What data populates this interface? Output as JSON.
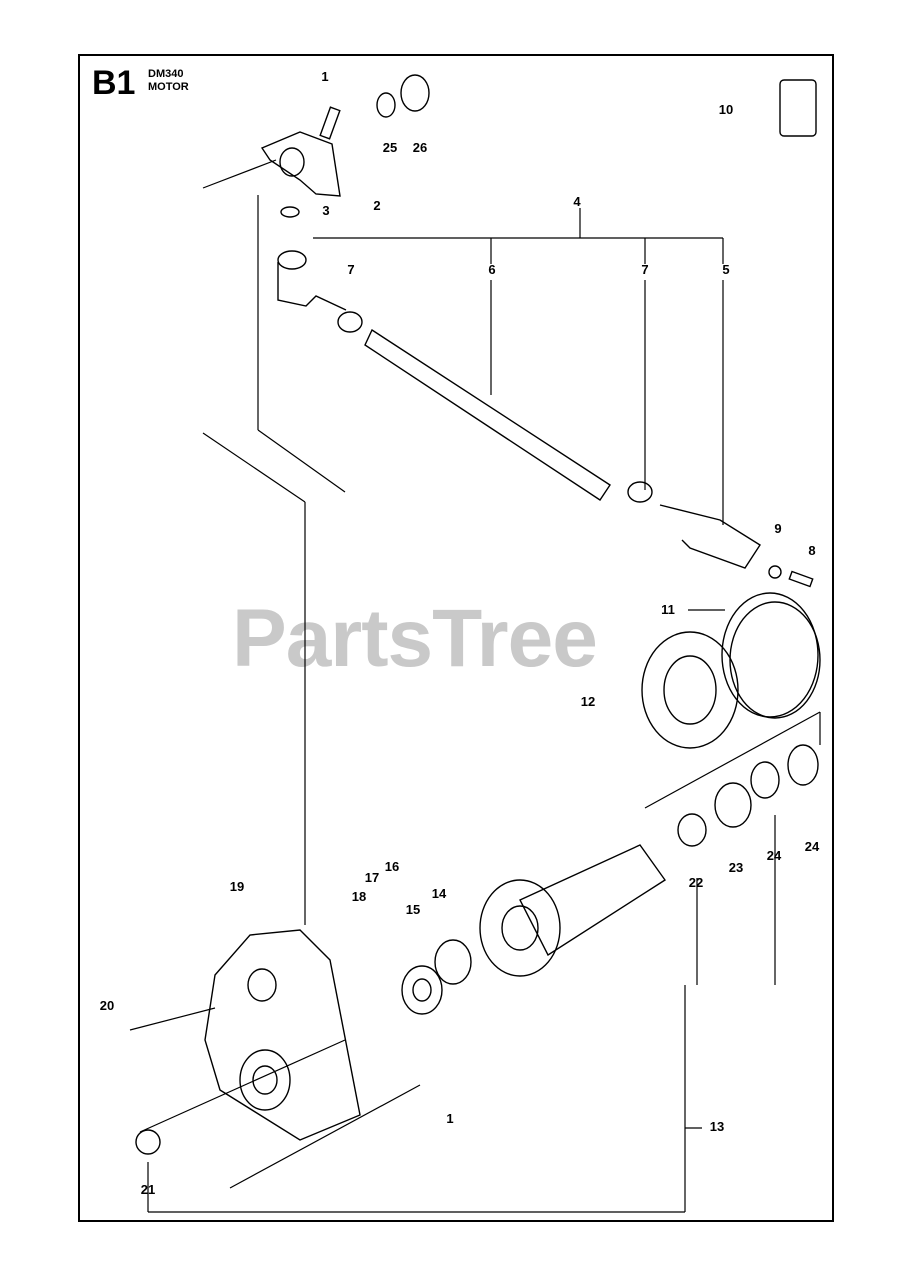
{
  "header": {
    "section_code": "B1",
    "model": "DM340",
    "assembly": "MOTOR"
  },
  "watermark": "PartsTree",
  "callouts": [
    "1",
    "25",
    "26",
    "10",
    "3",
    "2",
    "4",
    "7",
    "6",
    "7",
    "5",
    "9",
    "8",
    "11",
    "12",
    "24",
    "24",
    "22",
    "23",
    "19",
    "18",
    "17",
    "16",
    "15",
    "14",
    "20",
    "1",
    "13",
    "21"
  ]
}
